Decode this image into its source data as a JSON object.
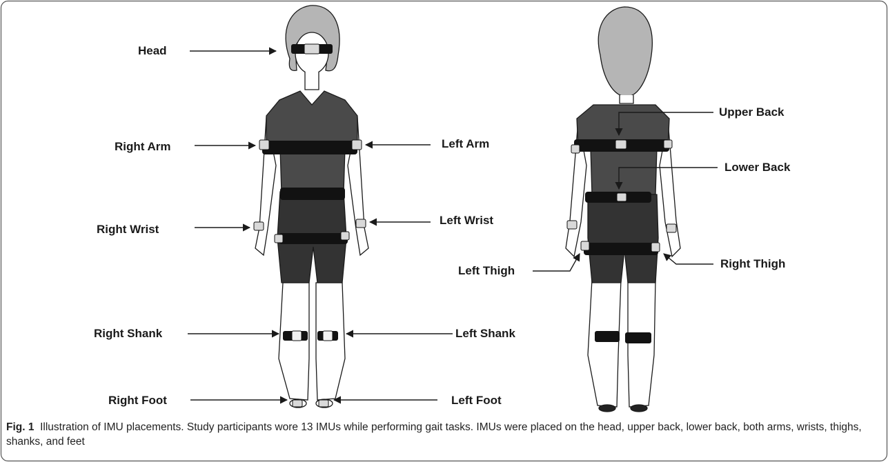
{
  "figure": {
    "labels": {
      "head": "Head",
      "right_arm": "Right Arm",
      "left_arm": "Left Arm",
      "right_wrist": "Right Wrist",
      "left_wrist": "Left Wrist",
      "right_shank": "Right Shank",
      "left_shank": "Left Shank",
      "right_foot": "Right Foot",
      "left_foot": "Left Foot",
      "upper_back": "Upper Back",
      "lower_back": "Lower Back",
      "left_thigh": "Left Thigh",
      "right_thigh": "Right Thigh"
    }
  },
  "caption": {
    "prefix": "Fig. 1",
    "text": "Illustration of IMU placements. Study participants wore 13 IMUs while performing gait tasks. IMUs were placed on the head, upper back, lower back, both arms, wrists, thighs, shanks, and feet"
  },
  "colors": {
    "shirt": "#4a4a4a",
    "shorts": "#333333",
    "hair": "#b5b5b5",
    "strap": "#121212",
    "sensor": "#d9d9d9"
  }
}
